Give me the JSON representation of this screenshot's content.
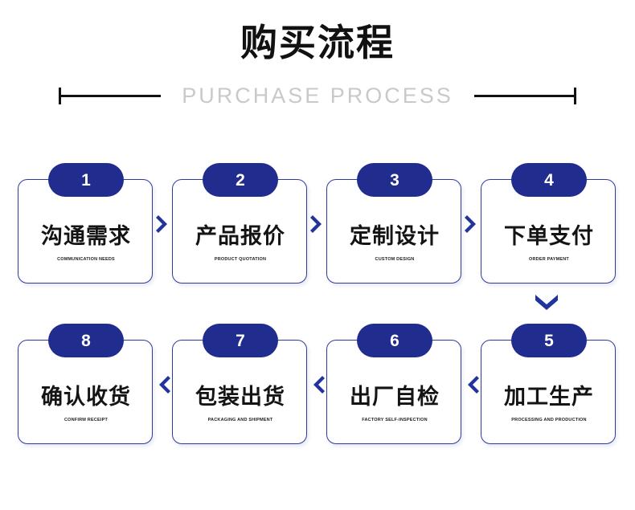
{
  "header": {
    "title_cn": "购买流程",
    "subtitle_en": "PURCHASE PROCESS"
  },
  "colors": {
    "badge_blue": "#212d8e",
    "card_border": "#2b3a9c",
    "chevron_blue": "#21349c",
    "title_black": "#111111",
    "subtitle_gray": "#c9c9c9",
    "background": "#ffffff"
  },
  "flow": {
    "row1": [
      {
        "number": "1",
        "label_cn": "沟通需求",
        "label_en": "COMMUNICATION NEEDS"
      },
      {
        "number": "2",
        "label_cn": "产品报价",
        "label_en": "PRODUCT QUOTATION"
      },
      {
        "number": "3",
        "label_cn": "定制设计",
        "label_en": "CUSTOM DESIGN"
      },
      {
        "number": "4",
        "label_cn": "下单支付",
        "label_en": "ORDER PAYMENT"
      }
    ],
    "row2": [
      {
        "number": "8",
        "label_cn": "确认收货",
        "label_en": "CONFIRM RECEIPT"
      },
      {
        "number": "7",
        "label_cn": "包装出货",
        "label_en": "PACKAGING AND SHIPMENT"
      },
      {
        "number": "6",
        "label_cn": "出厂自检",
        "label_en": "FACTORY SELF-INSPECTION"
      },
      {
        "number": "5",
        "label_cn": "加工生产",
        "label_en": "PROCESSING AND PRODUCTION"
      }
    ],
    "connectors": {
      "row1_direction": "chevron-right-icon",
      "row2_direction": "chevron-left-icon",
      "row_link": "chevron-down-icon"
    }
  }
}
